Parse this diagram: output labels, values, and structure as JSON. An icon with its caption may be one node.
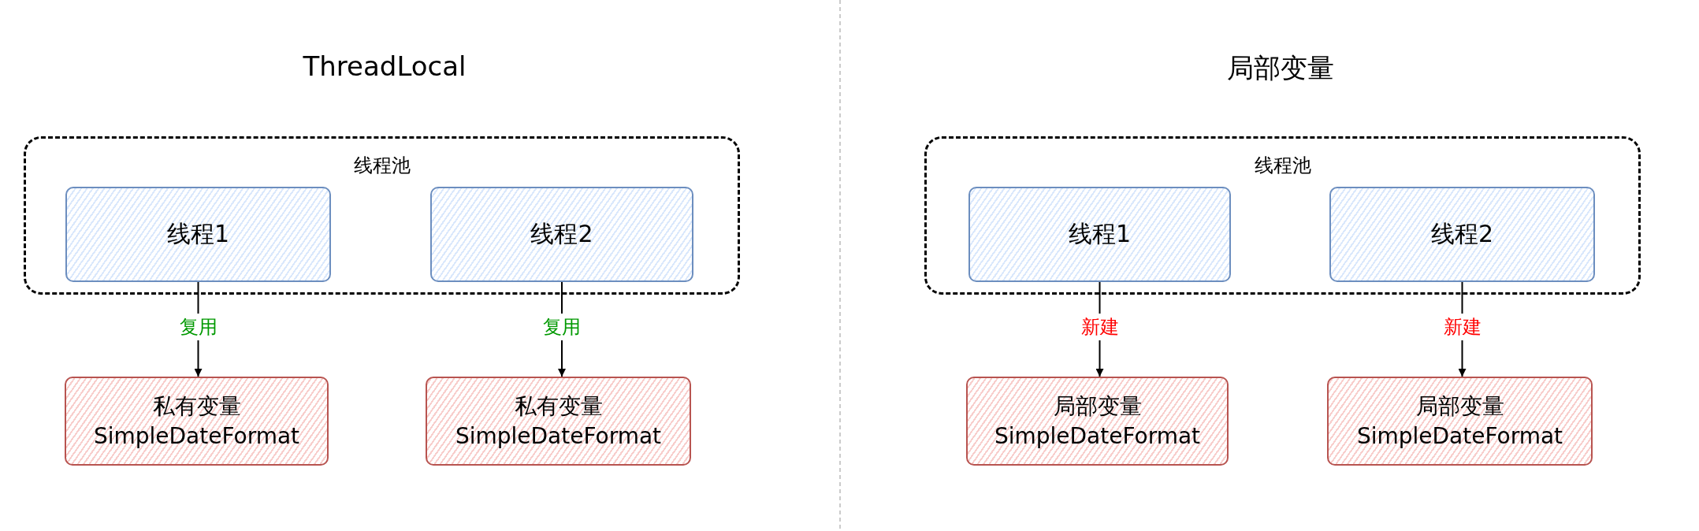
{
  "diagram": {
    "nodes": [
      {
        "text": [
          "线程池"
        ]
      },
      {
        "text": [
          "线程1"
        ],
        "in": 0
      },
      {
        "text": [
          "线程2"
        ],
        "in": 0
      },
      {
        "text": [
          "私有变量 SimpleDateFormat"
        ]
      },
      {
        "text": [
          "私有变量 SimpleDateFormat"
        ]
      },
      {
        "text": [
          "线程池"
        ]
      },
      {
        "text": [
          "线程1"
        ],
        "in": 5
      },
      {
        "text": [
          "线程2"
        ],
        "in": 5
      },
      {
        "text": [
          "局部变量 SimpleDateFormat"
        ]
      },
      {
        "text": [
          "局部变量 SimpleDateFormat"
        ]
      }
    ],
    "edges": [
      {
        "from": 1,
        "to": 3,
        "arrow": "to",
        "label": "复用"
      },
      {
        "from": 2,
        "to": 4,
        "arrow": "to",
        "label": "复用"
      },
      {
        "from": 6,
        "to": 8,
        "arrow": "to",
        "label": "新建"
      },
      {
        "from": 7,
        "to": 9,
        "arrow": "to",
        "label": "新建"
      }
    ],
    "labels": [
      "ThreadLocal",
      "局部变量"
    ]
  }
}
